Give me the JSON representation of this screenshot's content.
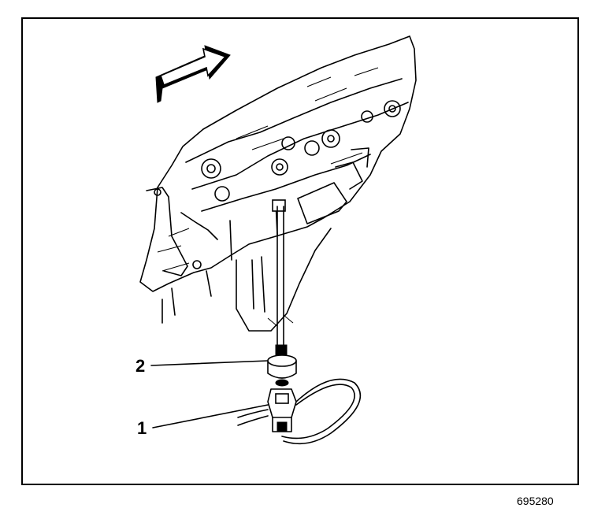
{
  "diagram": {
    "callouts": [
      {
        "number": "2"
      },
      {
        "number": "1"
      }
    ],
    "figure_id": "695280",
    "colors": {
      "line": "#000000",
      "background": "#ffffff"
    },
    "icons": [
      "direction-arrow-icon"
    ]
  }
}
